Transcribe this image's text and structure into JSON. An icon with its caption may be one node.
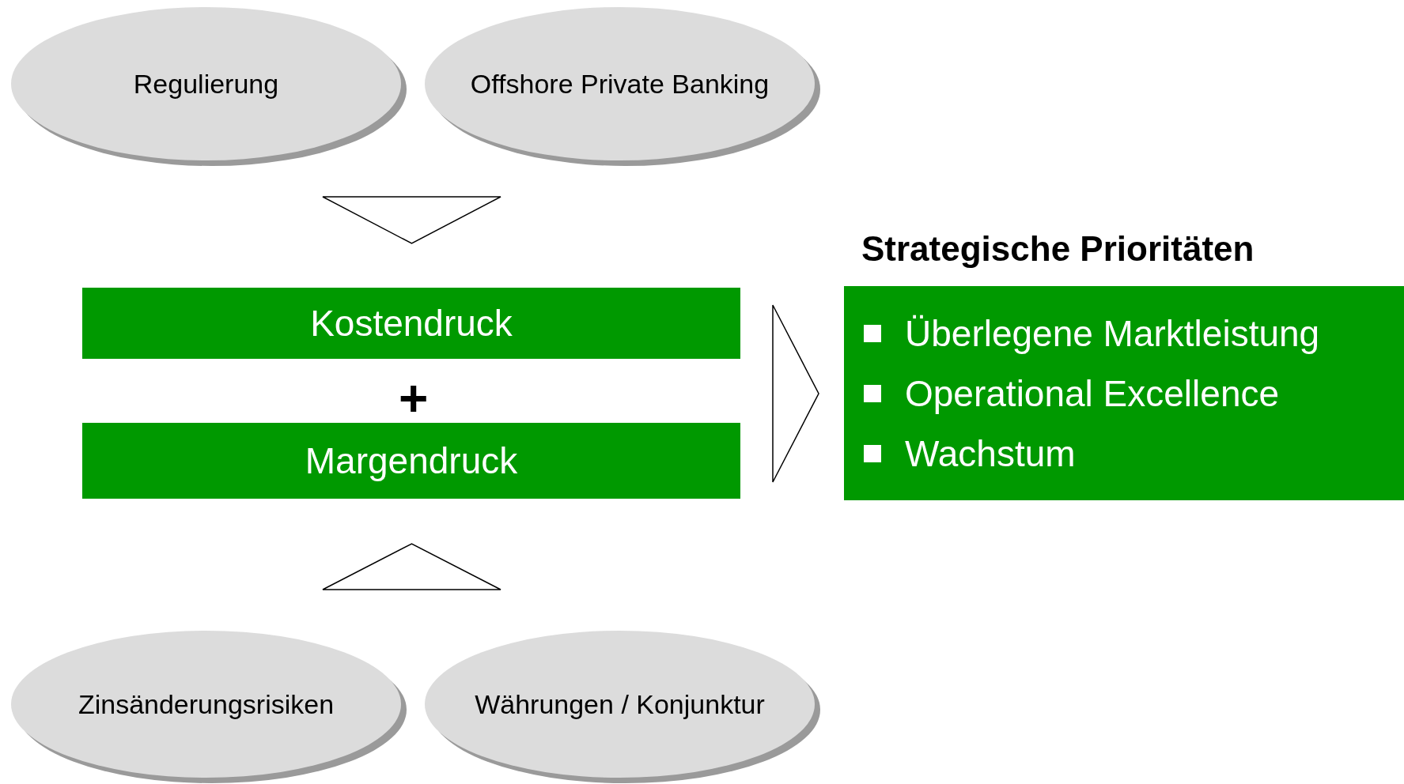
{
  "diagram": {
    "nodes": [
      {
        "text": [
          "Regulierung"
        ]
      },
      {
        "text": [
          "Offshore Private Banking"
        ]
      },
      {
        "text": [],
        "shape": "triangle"
      },
      {
        "text": [
          "Kostendruck"
        ]
      },
      {
        "text": [
          "Margendruck"
        ]
      },
      {
        "text": [],
        "shape": "triangle"
      },
      {
        "text": [
          "Strategische Prioritäten",
          "Überlegene Marktleistung",
          "Operational Excellence",
          "Wachstum"
        ]
      },
      {
        "text": [],
        "shape": "triangle"
      },
      {
        "text": [
          "Zinsänderungsrisiken"
        ]
      },
      {
        "text": [
          "Währungen / Konjunktur"
        ]
      }
    ],
    "labels": [
      "+"
    ]
  }
}
